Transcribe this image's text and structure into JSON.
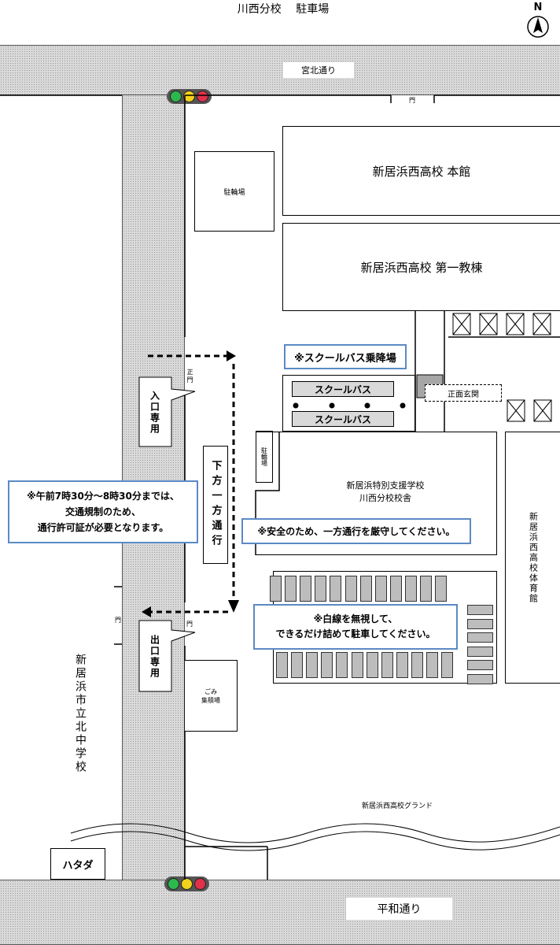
{
  "title": "川西分校　 駐車場",
  "north": "N",
  "roads": {
    "top": "宮北通り",
    "bottom": "平和通り"
  },
  "buildings": {
    "main_hall": "新居浜西高校  本館",
    "first_building": "新居浜西高校  第一教棟",
    "bicycle_parking": "駐輪場",
    "bicycle_parking_small": "駐輪場",
    "branch_school": "新居浜特別支援学校\n川西分校校舎",
    "gym": "新居浜西高校体育館",
    "garbage": "ごみ\n集積場",
    "north_jhs": "新居浜市立北中学校",
    "ground": "新居浜西高校グランド",
    "hatada": "ハタダ",
    "entrance_hall": "正面玄関"
  },
  "gates": {
    "top_gate": "門",
    "main_gate": "正門",
    "exit_gate_left": "門",
    "exit_gate_right": "門"
  },
  "bus": {
    "stop_label": "※スクールバス乗降場",
    "bus1": "スクールバス",
    "bus2": "スクールバス"
  },
  "callouts": {
    "entrance_only": "入口専用",
    "exit_only": "出口専用",
    "one_way": "下方一方通行"
  },
  "notices": {
    "morning": "※午前7時30分～8時30分までは、\n交通規制のため、\n通行許可証が必要となります。",
    "one_way_notice": "※安全のため、一方通行を厳守してください。",
    "parking": "※白線を無視して、\nできるだけ詰めて駐車してください。"
  },
  "colors": {
    "notice_border": "#5b8ac4",
    "road_fill": "#d9d9d9",
    "slot_fill": "#bdbdbd",
    "light_green": "#2db84d",
    "light_yellow": "#f2d21a",
    "light_red": "#e0304a"
  },
  "icons": [
    "north-arrow-icon",
    "traffic-light-icon",
    "dashed-arrow-icon",
    "crossed-box-icon"
  ]
}
